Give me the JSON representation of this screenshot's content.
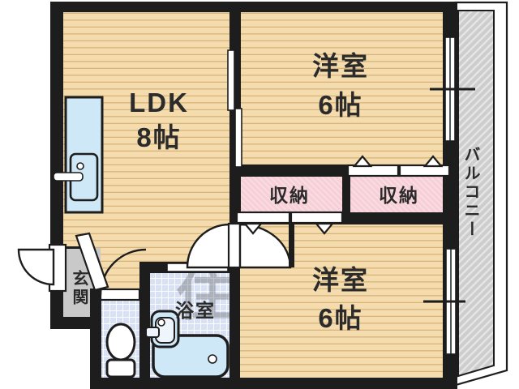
{
  "rooms": {
    "ldk": {
      "label": "LDK",
      "size": "8帖"
    },
    "western_room_upper": {
      "label": "洋室",
      "size": "6帖"
    },
    "western_room_lower": {
      "label": "洋室",
      "size": "6帖"
    }
  },
  "storage_left": {
    "label": "収納"
  },
  "storage_right": {
    "label": "収納"
  },
  "bathroom": {
    "label": "浴室"
  },
  "entrance": {
    "label": "玄関"
  },
  "balcony": {
    "label": "バルコニー"
  },
  "watermark": {
    "text": "住"
  },
  "colors": {
    "wall": "#1d1d1d",
    "floor": "#f4dcae",
    "floorline": "#d9b378",
    "tile": "#d9e2f4",
    "pink": "#f7cfd7",
    "pinklight": "#fadee5",
    "gray": "#c9c9c9",
    "counter": "#cfe8f7",
    "balc": "#cdcdcd",
    "balcline": "#e6e6e6",
    "ink": "#2b2b2b"
  }
}
